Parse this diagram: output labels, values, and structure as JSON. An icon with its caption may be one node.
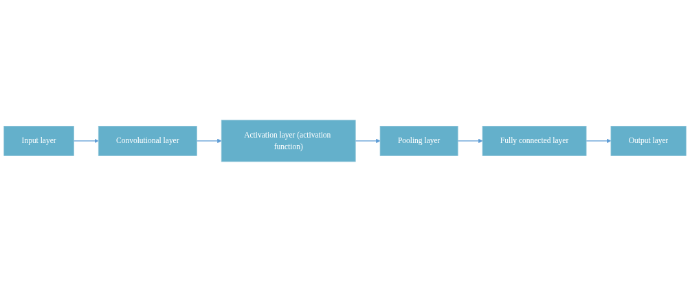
{
  "diagram": {
    "nodes": [
      {
        "text": [
          "Input layer"
        ]
      },
      {
        "text": [
          "Convolutional layer"
        ]
      },
      {
        "text": [
          "Activation layer (activation function)"
        ]
      },
      {
        "text": [
          "Pooling layer"
        ]
      },
      {
        "text": [
          "Fully connected layer"
        ]
      },
      {
        "text": [
          "Output layer"
        ]
      }
    ],
    "edges": [
      {
        "from": 0,
        "to": 1,
        "arrow": "to"
      },
      {
        "from": 1,
        "to": 2,
        "arrow": "to"
      },
      {
        "from": 2,
        "to": 3,
        "arrow": "to"
      },
      {
        "from": 3,
        "to": 4,
        "arrow": "to"
      },
      {
        "from": 4,
        "to": 5,
        "arrow": "to"
      }
    ]
  }
}
